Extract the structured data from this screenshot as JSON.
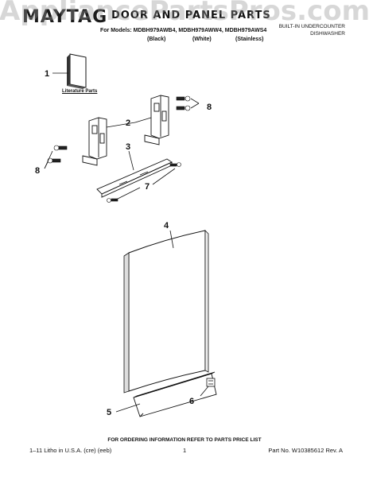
{
  "header": {
    "brand": "MAYTAG",
    "title": "DOOR AND PANEL PARTS",
    "models_line": "For Models: MDBH979AWB4, MDBH979AWW4, MDBH979AWS4",
    "variants": [
      "(Black)",
      "(White)",
      "(Stainless)"
    ],
    "product_type_line1": "BUILT-IN UNDERCOUNTER",
    "product_type_line2": "DISHWASHER"
  },
  "watermark": "AppliancePartsPros.com",
  "parts": {
    "literature_label": "Literature Parts",
    "callouts": [
      "1",
      "2",
      "3",
      "4",
      "5",
      "6",
      "7",
      "8",
      "8"
    ]
  },
  "footer": {
    "ordering_note": "FOR ORDERING INFORMATION REFER TO PARTS PRICE LIST",
    "lithograph": "1–11 Litho in U.S.A. (cre) (eeb)",
    "page_number": "1",
    "part_number": "Part No. W10385612 Rev. A"
  }
}
